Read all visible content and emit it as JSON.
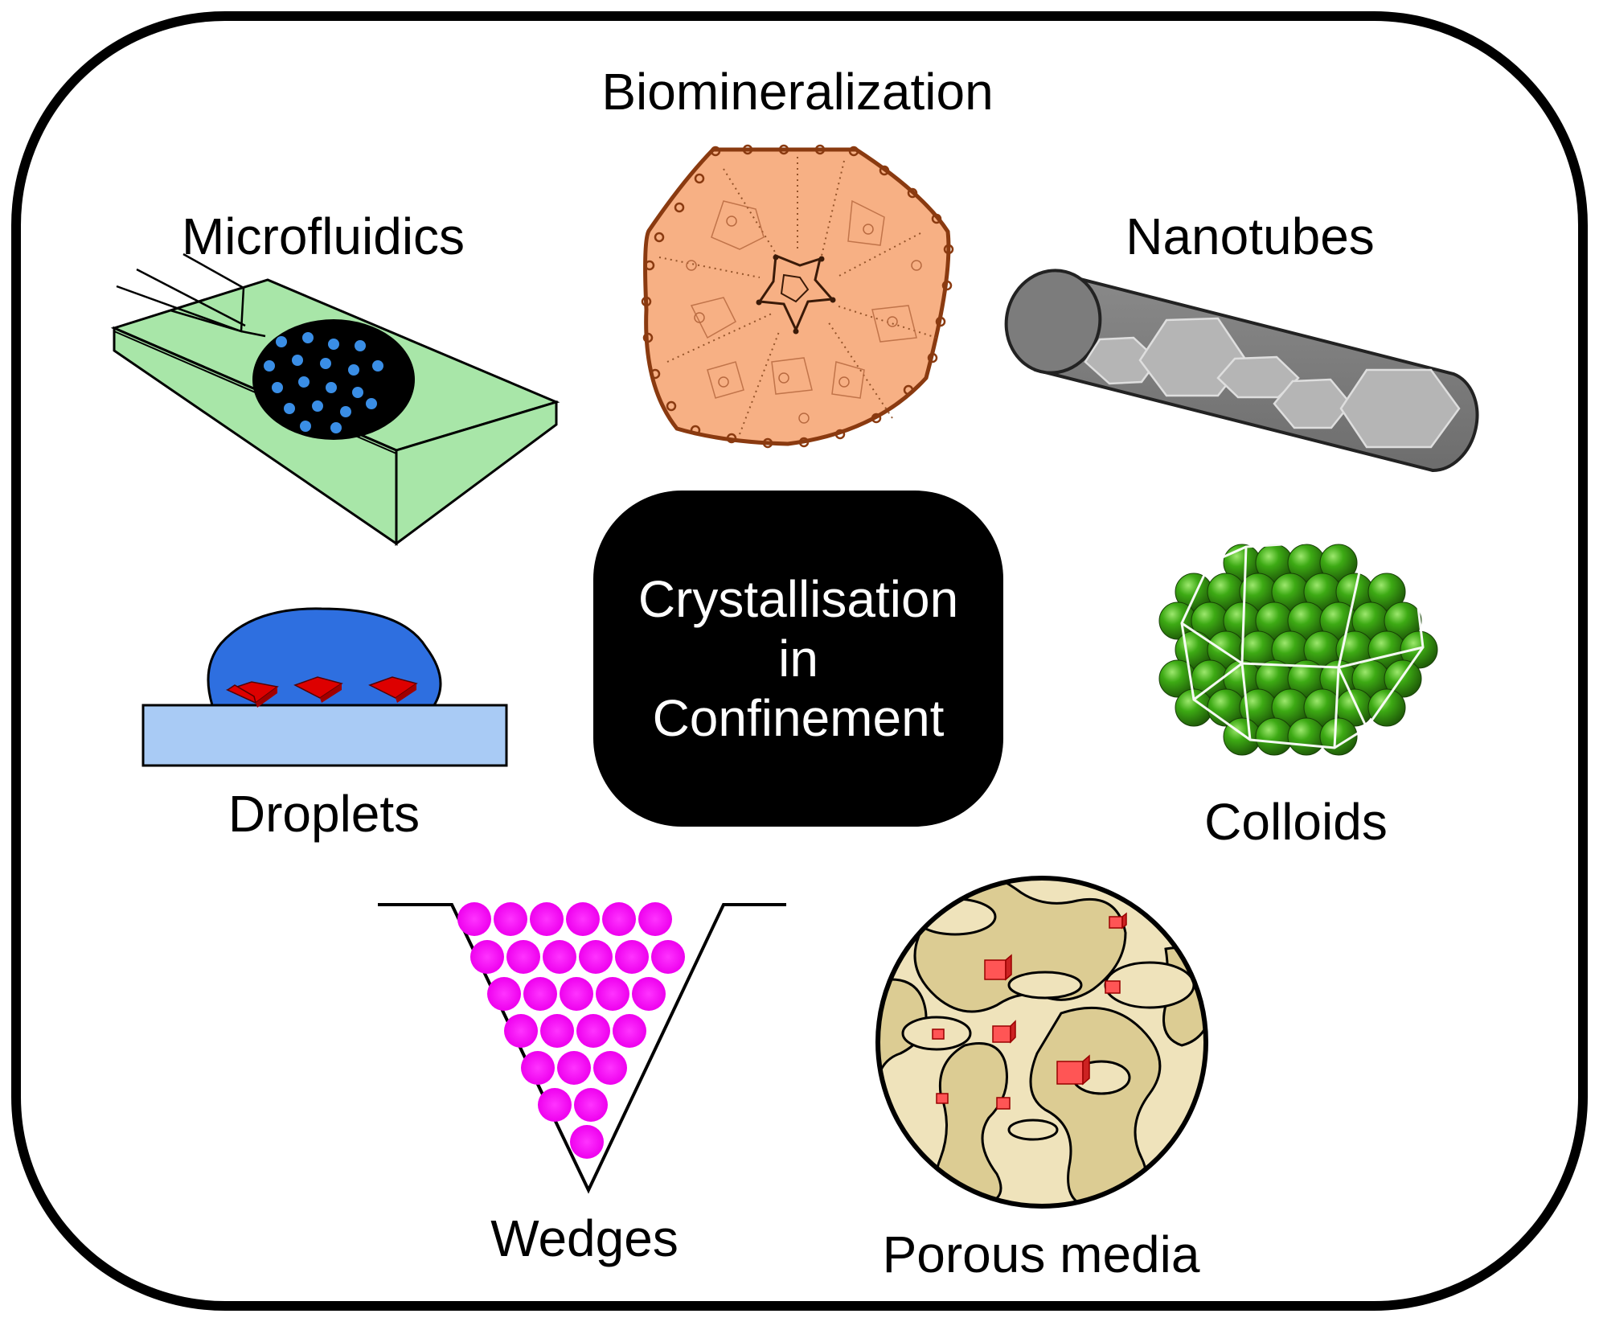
{
  "center": {
    "line1": "Crystallisation",
    "line2": "in",
    "line3": "Confinement"
  },
  "labels": {
    "biomineralization": "Biomineralization",
    "microfluidics": "Microfluidics",
    "nanotubes": "Nanotubes",
    "droplets": "Droplets",
    "colloids": "Colloids",
    "wedges": "Wedges",
    "porous_media": "Porous media"
  },
  "colors": {
    "frame": "#000000",
    "microfluidic_chip": "#a8e6a8",
    "microfluidic_dots": "#3a8ee6",
    "sea_urchin": "#f7b084",
    "nanotube": "#7d7d7d",
    "nanotube_crystals": "#b5b5b5",
    "droplet": "#2e6fe0",
    "droplet_substrate": "#a9cbf5",
    "droplet_crystals": "#dd0000",
    "colloids": "#2e9a10",
    "wedge_particles": "#ff00ff",
    "porous_background": "#efe3bb",
    "porous_pores": "#dccc93",
    "porous_crystals": "#ff5555"
  }
}
